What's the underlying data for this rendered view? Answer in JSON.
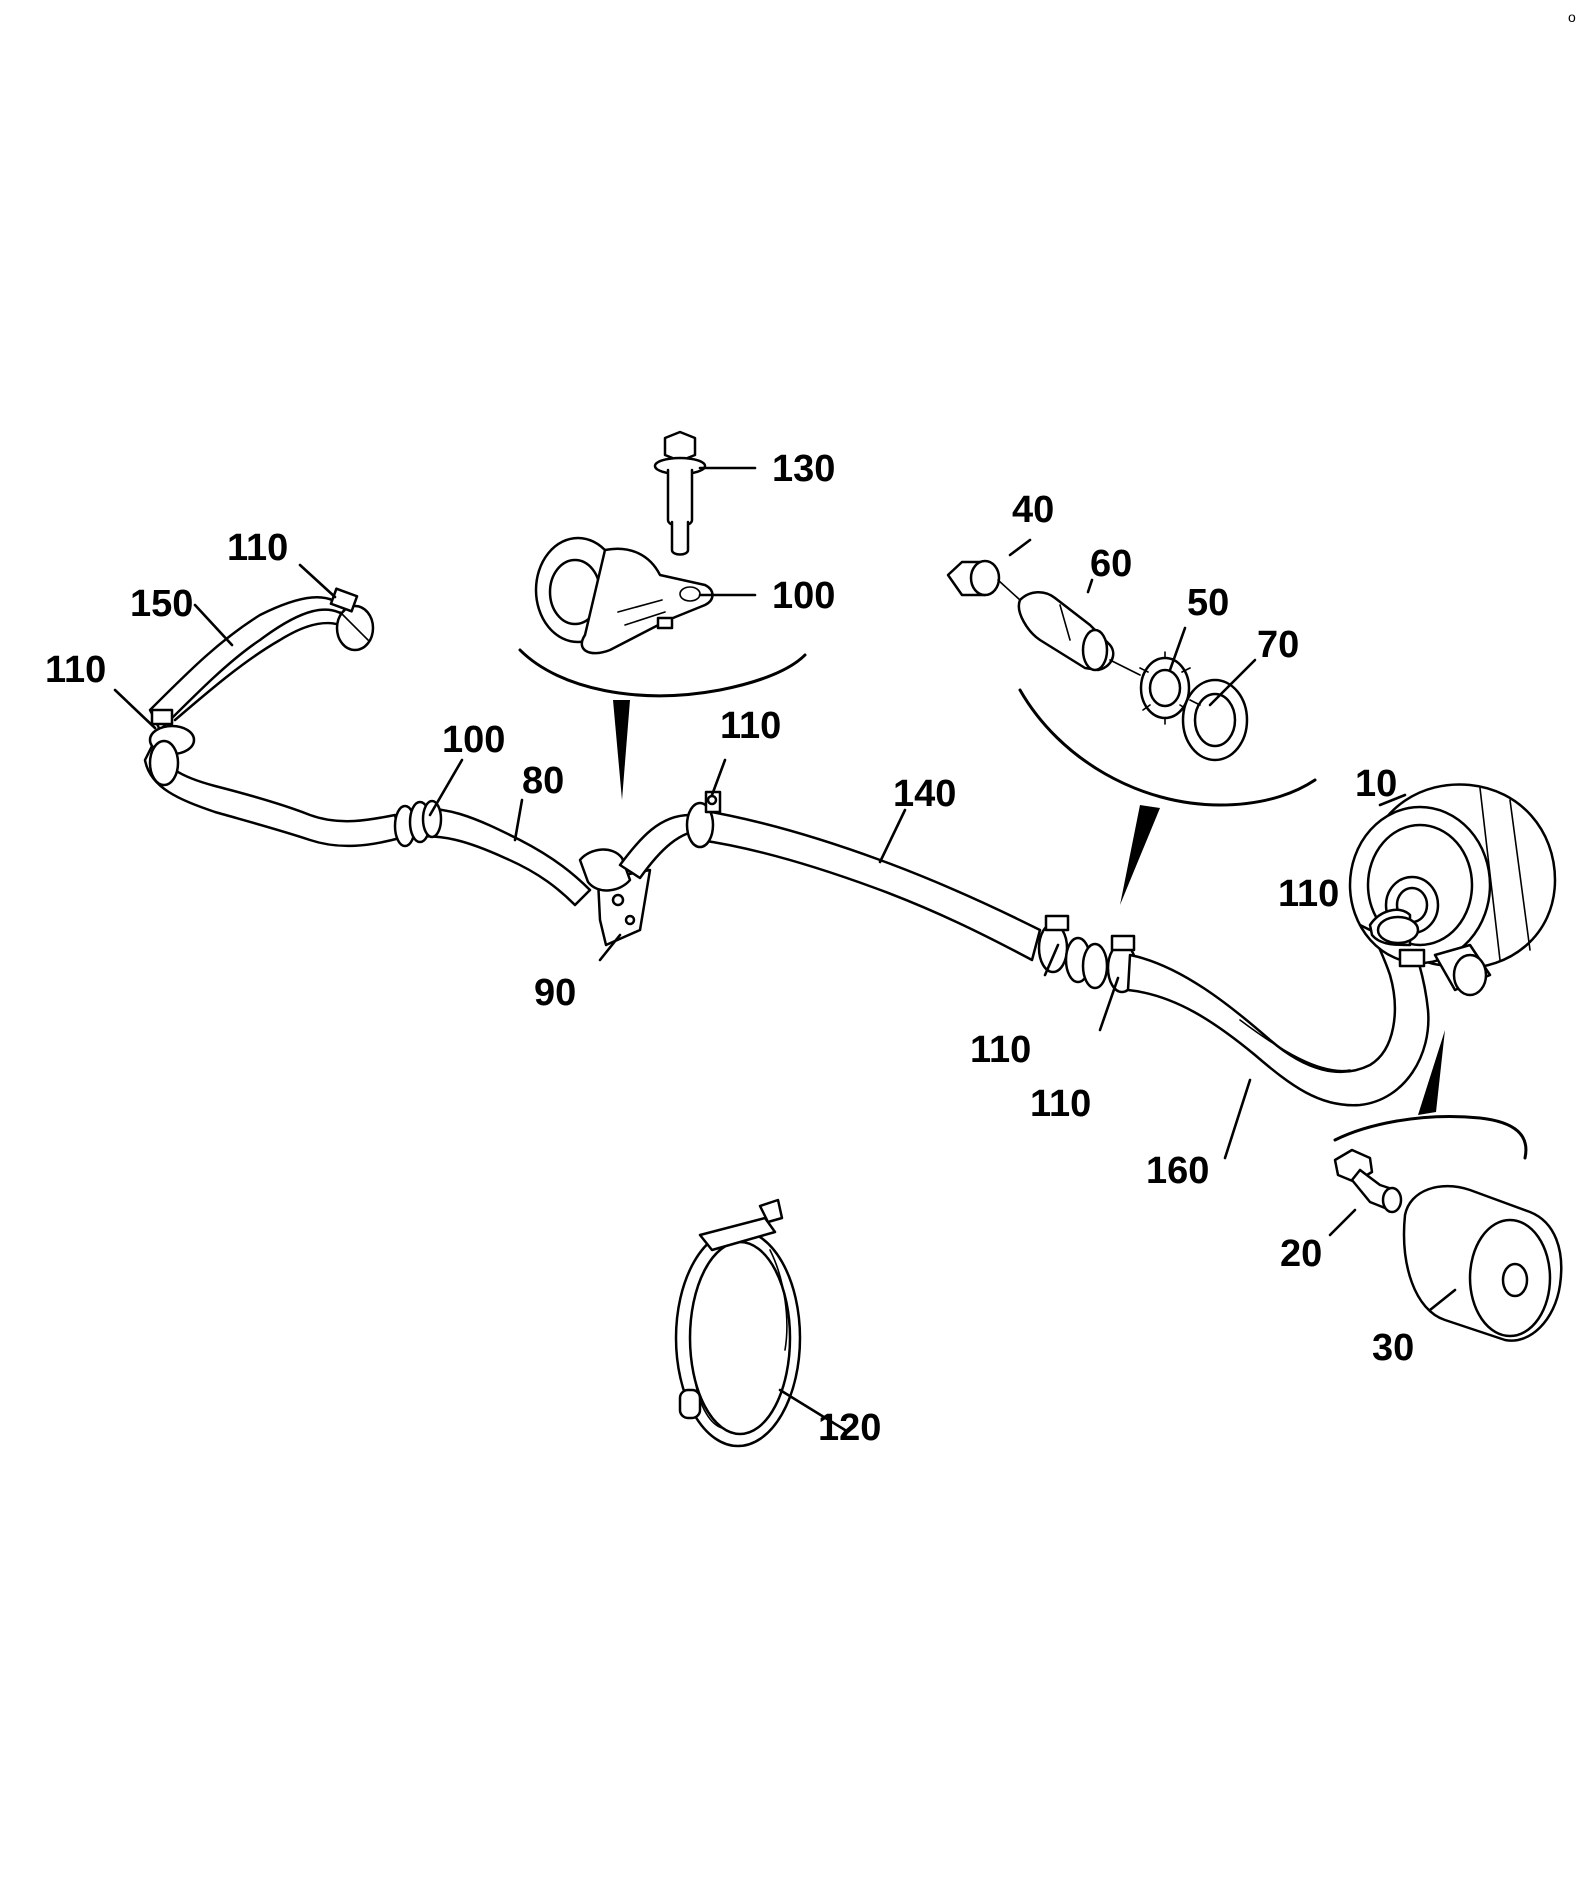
{
  "corner_mark": "o",
  "callouts": {
    "c10": "10",
    "c20": "20",
    "c30": "30",
    "c40": "40",
    "c50": "50",
    "c60": "60",
    "c70": "70",
    "c80": "80",
    "c90": "90",
    "c100_top": "100",
    "c100_hose": "100",
    "c110_top": "110",
    "c110_left": "110",
    "c110_mid": "110",
    "c110_pump": "110",
    "c110_lower_a": "110",
    "c110_lower_b": "110",
    "c120": "120",
    "c130": "130",
    "c140": "140",
    "c150": "150",
    "c160": "160"
  }
}
